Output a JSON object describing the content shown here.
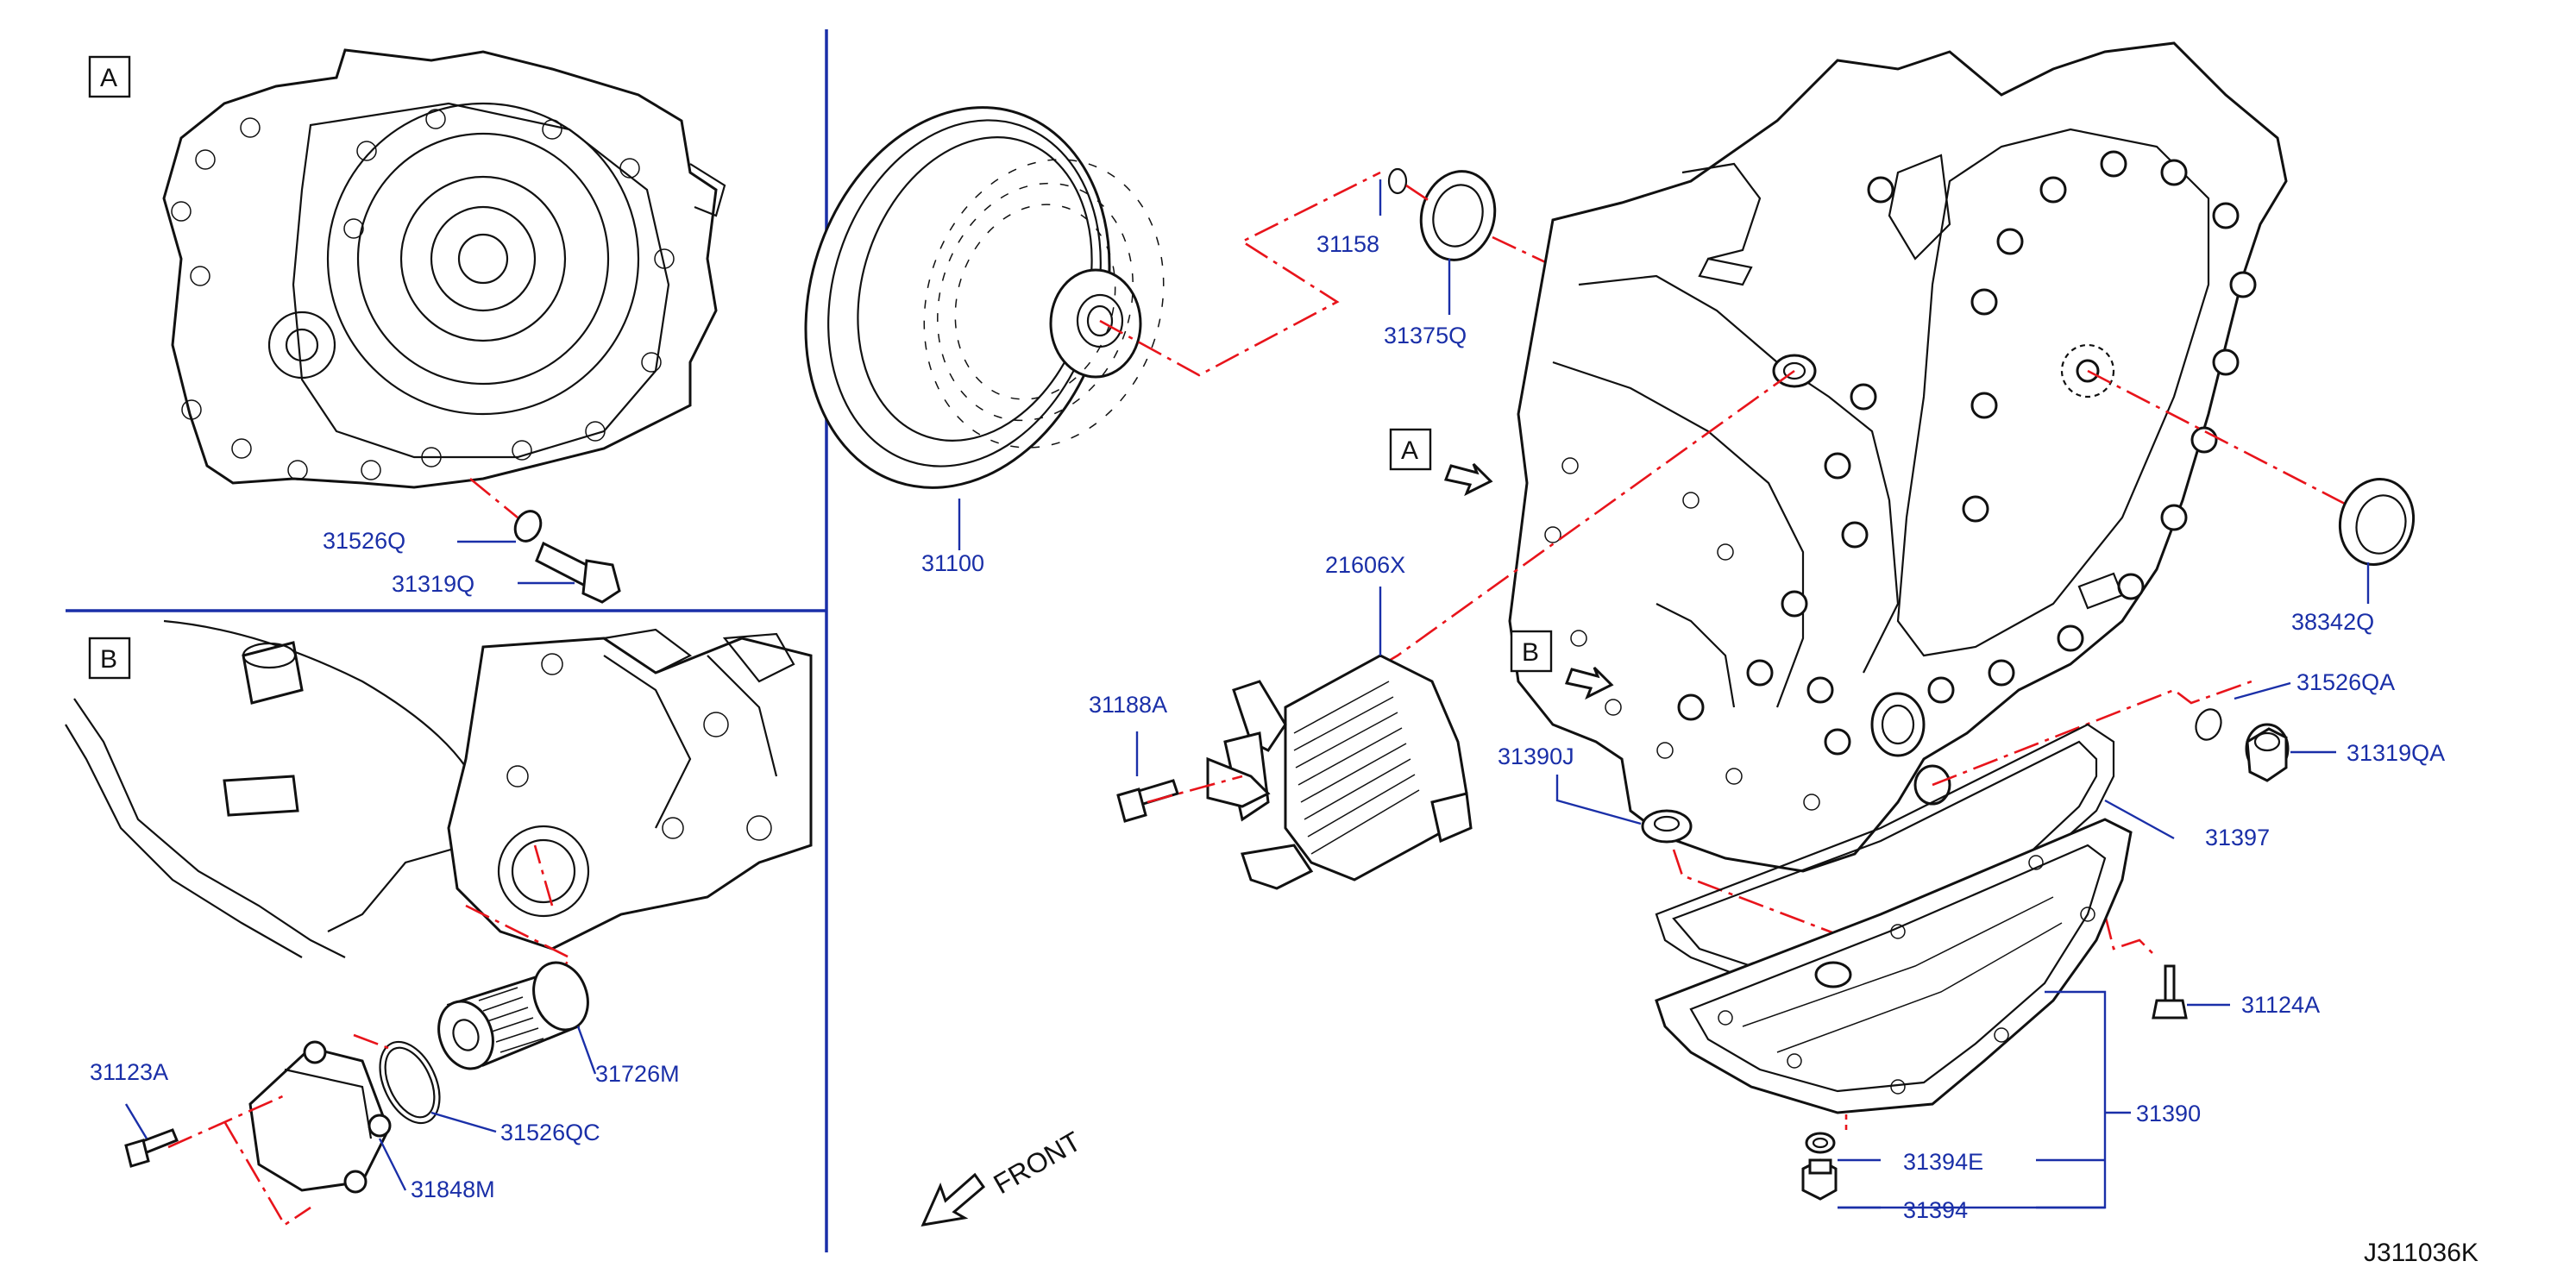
{
  "diagram": {
    "code": "J311036K",
    "front_label": "FRONT",
    "views": {
      "a": "A",
      "b": "B"
    },
    "parts": {
      "p31526Q": "31526Q",
      "p31319Q": "31319Q",
      "p31123A": "31123A",
      "p31726M": "31726M",
      "p31526QC": "31526QC",
      "p31848M": "31848M",
      "p31100": "31100",
      "p31158": "31158",
      "p31375Q": "31375Q",
      "p21606X": "21606X",
      "p31188A": "31188A",
      "p38342Q": "38342Q",
      "p31526QA": "31526QA",
      "p31319QA": "31319QA",
      "p31390J": "31390J",
      "p31397": "31397",
      "p31124A": "31124A",
      "p31390": "31390",
      "p31394E": "31394E",
      "p31394": "31394"
    }
  }
}
